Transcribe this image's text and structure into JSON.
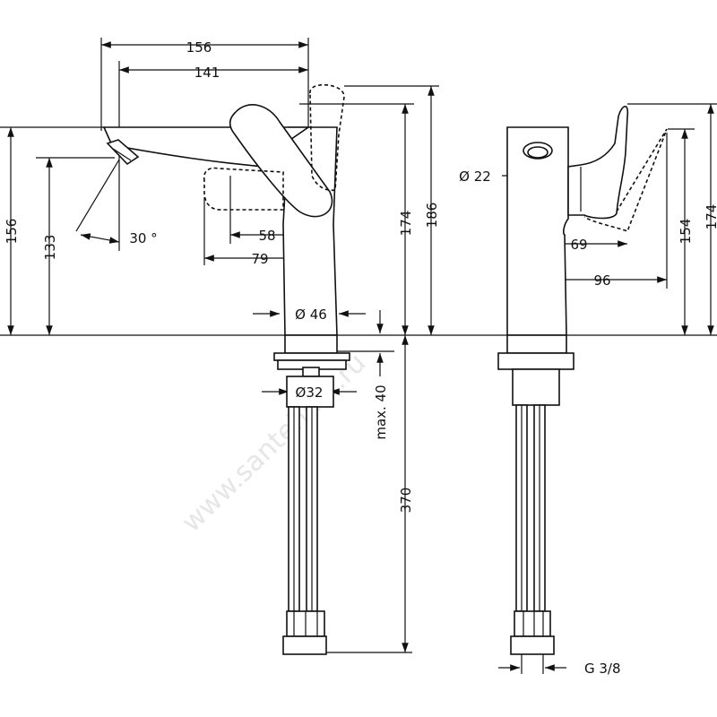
{
  "watermark": "www.santehmir.ru",
  "front_view": {
    "dim_spout_length": "156",
    "dim_spout_to_axis": "141",
    "dim_height_left": "156",
    "dim_outlet_height": "133",
    "dim_spray_angle": "30 °",
    "dim_handle_58": "58",
    "dim_handle_79": "79",
    "dim_body_height": "174",
    "dim_total_height": "186",
    "dim_body_diameter": "Ø 46",
    "dim_shank_diameter": "Ø32",
    "dim_max_deck": "max. 40",
    "dim_hose_length": "370"
  },
  "side_view": {
    "dim_outlet_diameter": "Ø 22",
    "dim_handle_69": "69",
    "dim_handle_96": "96",
    "dim_height_154": "154",
    "dim_height_174": "174",
    "dim_thread": "G 3/8"
  }
}
